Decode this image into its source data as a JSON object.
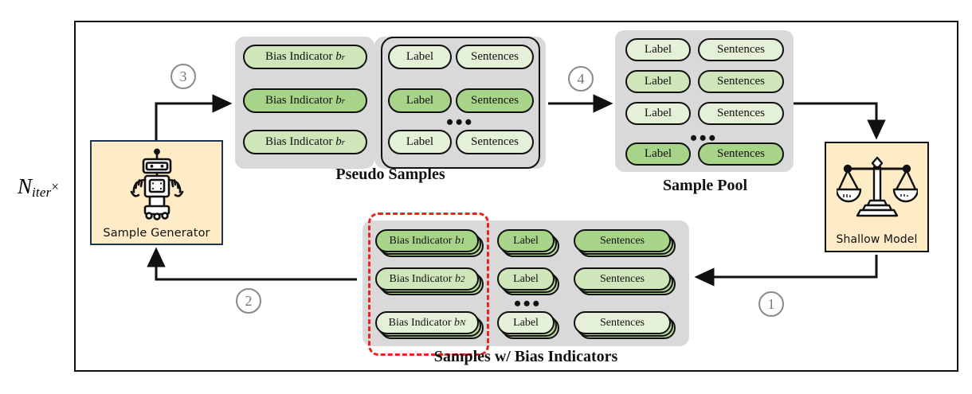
{
  "diagram": {
    "loop_label": {
      "base": "N",
      "sub": "iter",
      "times": "×"
    },
    "steps": [
      {
        "id": 1,
        "label": "1"
      },
      {
        "id": 2,
        "label": "2"
      },
      {
        "id": 3,
        "label": "3"
      },
      {
        "id": 4,
        "label": "4"
      }
    ],
    "sample_generator": {
      "title": "Sample Generator",
      "icon": "robot-icon"
    },
    "shallow_model": {
      "title": "Shallow Model",
      "icon": "balance-scale-icon"
    },
    "pseudo_samples": {
      "caption": "Pseudo Samples",
      "bias_rows": [
        {
          "text": "Bias Indicator",
          "sub": "r",
          "shade": "g2"
        },
        {
          "text": "Bias Indicator",
          "sub": "r",
          "shade": "g3"
        },
        {
          "text": "Bias Indicator",
          "sub": "r",
          "shade": "g2"
        }
      ],
      "sample_rows": [
        {
          "label": "Label",
          "sentences": "Sentences",
          "shade": "g1"
        },
        {
          "label": "Label",
          "sentences": "Sentences",
          "shade": "g3"
        },
        {
          "label": "Label",
          "sentences": "Sentences",
          "shade": "g1"
        }
      ],
      "ellipsis": "•••"
    },
    "sample_pool": {
      "caption": "Sample Pool",
      "rows": [
        {
          "label": "Label",
          "sentences": "Sentences",
          "shade": "g1"
        },
        {
          "label": "Label",
          "sentences": "Sentences",
          "shade": "g2"
        },
        {
          "label": "Label",
          "sentences": "Sentences",
          "shade": "g1"
        },
        {
          "label": "Label",
          "sentences": "Sentences",
          "shade": "g3"
        }
      ],
      "ellipsis": "•••"
    },
    "samples_with_bias": {
      "caption": "Samples w/ Bias Indicators",
      "rows": [
        {
          "bias": "Bias Indicator",
          "sub": "1",
          "label": "Label",
          "sentences": "Sentences",
          "shade": "g3"
        },
        {
          "bias": "Bias Indicator",
          "sub": "2",
          "label": "Label",
          "sentences": "Sentences",
          "shade": "g2"
        },
        {
          "bias": "Bias Indicator",
          "sub": "N",
          "label": "Label",
          "sentences": "Sentences",
          "shade": "g1"
        }
      ],
      "ellipsis": "•••",
      "highlight_color": "#ef2222"
    },
    "colors": {
      "panel_gray": "#d9d9d9",
      "box_yellow": "#fdecc6",
      "box_border_blue": "#1d3557",
      "pill_light": "#e4f0d8",
      "pill_mid": "#cfe6bb",
      "pill_dark": "#a8d48a",
      "step_gray": "#8a8a8a",
      "stroke": "#111111"
    }
  }
}
